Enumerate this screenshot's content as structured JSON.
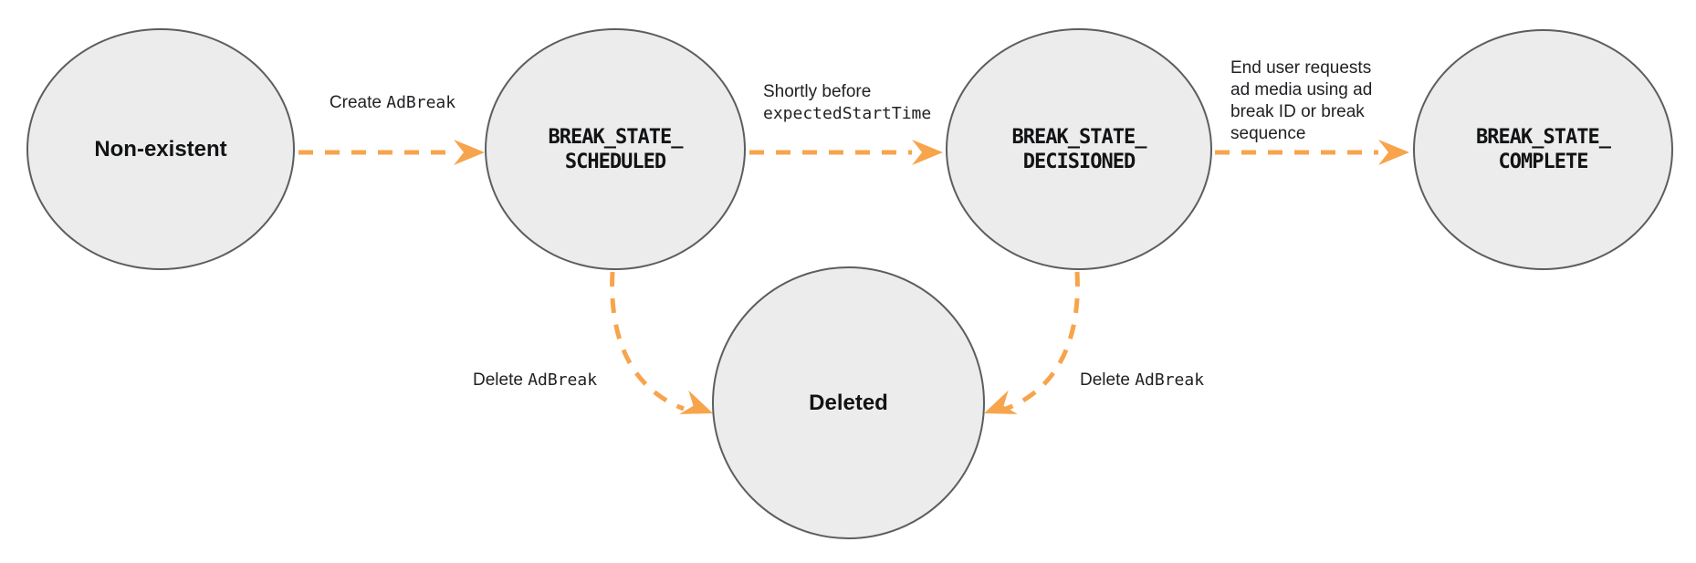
{
  "diagram": {
    "type": "state-machine",
    "states": [
      {
        "id": "non-existent",
        "label": "Non-existent",
        "style": "plain"
      },
      {
        "id": "scheduled",
        "label": "BREAK_STATE_\nSCHEDULED",
        "style": "code"
      },
      {
        "id": "decisioned",
        "label": "BREAK_STATE_\nDECISIONED",
        "style": "code"
      },
      {
        "id": "complete",
        "label": "BREAK_STATE_\nCOMPLETE",
        "style": "code"
      },
      {
        "id": "deleted",
        "label": "Deleted",
        "style": "plain"
      }
    ],
    "transitions": [
      {
        "from": "non-existent",
        "to": "scheduled",
        "label_text": "Create ",
        "label_code": "AdBreak"
      },
      {
        "from": "scheduled",
        "to": "decisioned",
        "label_text": "Shortly before",
        "label_code": "expectedStartTime"
      },
      {
        "from": "decisioned",
        "to": "complete",
        "label_text": "End user requests\nad media using ad\nbreak ID or break\nsequence",
        "label_code": ""
      },
      {
        "from": "scheduled",
        "to": "deleted",
        "label_text": "Delete ",
        "label_code": "AdBreak"
      },
      {
        "from": "decisioned",
        "to": "deleted",
        "label_text": "Delete ",
        "label_code": "AdBreak"
      }
    ],
    "colors": {
      "arrow": "#F7A44C",
      "circle_fill": "#ECECEC",
      "circle_stroke": "#5B5E61",
      "text": "#202124"
    }
  }
}
